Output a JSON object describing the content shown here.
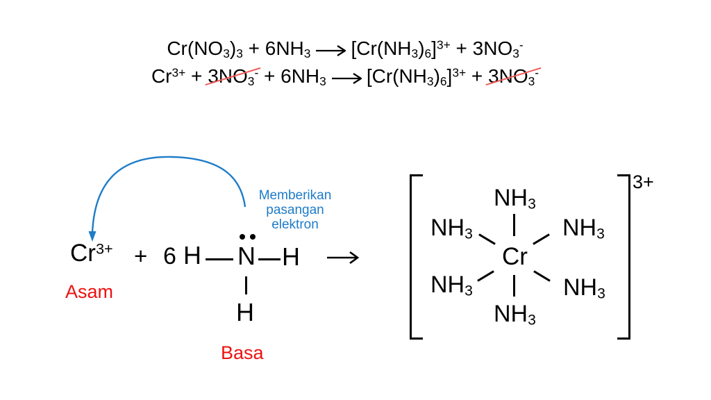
{
  "colors": {
    "ink": "#000000",
    "red": "#ee1111",
    "blue": "#1e7cc8",
    "strike": "#f25c5c",
    "bg": "#ffffff"
  },
  "equations": {
    "line1": [
      {
        "parts": [
          {
            "t": "Cr(NO"
          },
          {
            "t": "3",
            "v": "sub"
          },
          {
            "t": ")"
          },
          {
            "t": "3",
            "v": "sub"
          },
          {
            "t": " + 6NH"
          },
          {
            "t": "3",
            "v": "sub"
          }
        ]
      },
      {
        "arrow": true
      },
      {
        "parts": [
          {
            "t": "[Cr(NH"
          },
          {
            "t": "3",
            "v": "sub"
          },
          {
            "t": ")"
          },
          {
            "t": "6",
            "v": "sub"
          },
          {
            "t": "]"
          },
          {
            "t": "3+",
            "v": "sup"
          },
          {
            "t": " + 3NO"
          },
          {
            "t": "3",
            "v": "sub"
          },
          {
            "t": "-",
            "v": "sup"
          }
        ]
      }
    ],
    "line2": [
      {
        "parts": [
          {
            "t": "Cr"
          },
          {
            "t": "3+",
            "v": "sup"
          },
          {
            "t": " + "
          }
        ]
      },
      {
        "struck": true,
        "parts": [
          {
            "t": "3NO"
          },
          {
            "t": "3",
            "v": "sub"
          },
          {
            "t": "-",
            "v": "sup"
          }
        ]
      },
      {
        "parts": [
          {
            "t": " + 6NH"
          },
          {
            "t": "3",
            "v": "sub"
          }
        ]
      },
      {
        "arrow": true
      },
      {
        "parts": [
          {
            "t": "[Cr(NH"
          },
          {
            "t": "3",
            "v": "sub"
          },
          {
            "t": ")"
          },
          {
            "t": "6",
            "v": "sub"
          },
          {
            "t": "]"
          },
          {
            "t": "3+",
            "v": "sup"
          },
          {
            "t": " + "
          }
        ]
      },
      {
        "struck": true,
        "parts": [
          {
            "t": "3NO"
          },
          {
            "t": "3",
            "v": "sub"
          },
          {
            "t": "-",
            "v": "sup"
          }
        ]
      }
    ]
  },
  "lewis": {
    "cation": [
      {
        "t": "Cr"
      },
      {
        "t": "3+",
        "v": "sup"
      }
    ],
    "acid_label": "Asam",
    "plus": "+",
    "coefficient": "6",
    "h_left": "H",
    "nitrogen": "N",
    "h_right": "H",
    "h_bottom": "H",
    "base_label": "Basa",
    "annotation": {
      "line1": "Memberikan",
      "line2": "pasangan",
      "line3": "elektron"
    }
  },
  "complex": {
    "center": "Cr",
    "charge": "3+",
    "ligands": [
      {
        "position": "top",
        "parts": [
          {
            "t": "NH"
          },
          {
            "t": "3",
            "v": "sub"
          }
        ]
      },
      {
        "position": "upper-left",
        "parts": [
          {
            "t": "NH"
          },
          {
            "t": "3",
            "v": "sub"
          }
        ]
      },
      {
        "position": "upper-right",
        "parts": [
          {
            "t": "NH"
          },
          {
            "t": "3",
            "v": "sub"
          }
        ]
      },
      {
        "position": "lower-left",
        "parts": [
          {
            "t": "NH"
          },
          {
            "t": "3",
            "v": "sub"
          }
        ]
      },
      {
        "position": "lower-right",
        "parts": [
          {
            "t": "NH"
          },
          {
            "t": "3",
            "v": "sub"
          }
        ]
      },
      {
        "position": "bottom",
        "parts": [
          {
            "t": "NH"
          },
          {
            "t": "3",
            "v": "sub"
          }
        ]
      }
    ]
  }
}
